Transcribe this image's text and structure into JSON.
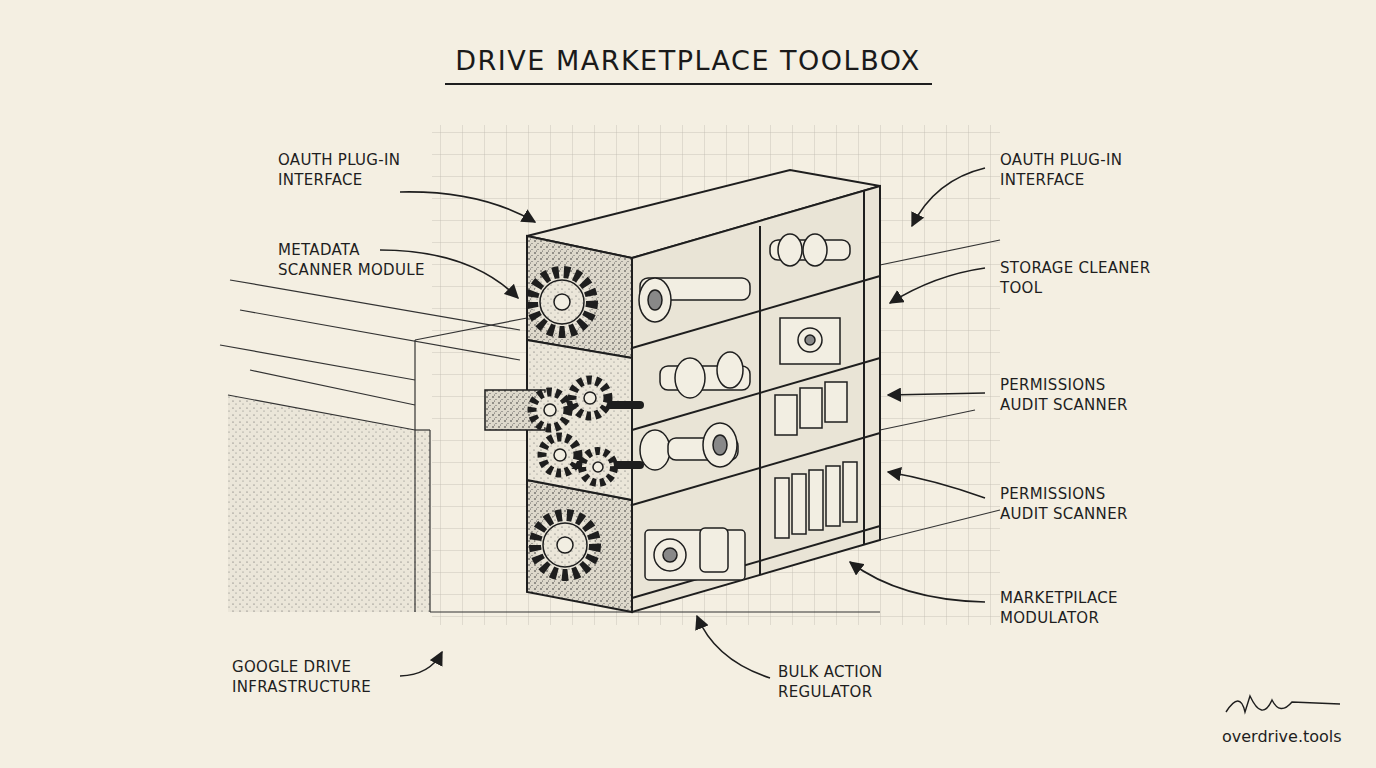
{
  "diagram": {
    "title": "DRIVE MARKETPLACE TOOLBOX",
    "labels": [
      "OAUTH PLUG-IN INTERFACE",
      "OAUTH PLUG-IN INTERFACE",
      "METADATA SCANNER MODULE",
      "STORAGE CLEANER TOOL",
      "PERMISSIONS AUDIT SCANNER",
      "PERMISSIONS AUDIT SCANNER",
      "MARKETPILACE MODULATOR",
      "BULK ACTION REGULATOR",
      "GOOGLE DRIVE INFRASTRUCTURE",
      "overdrive.tools"
    ]
  }
}
